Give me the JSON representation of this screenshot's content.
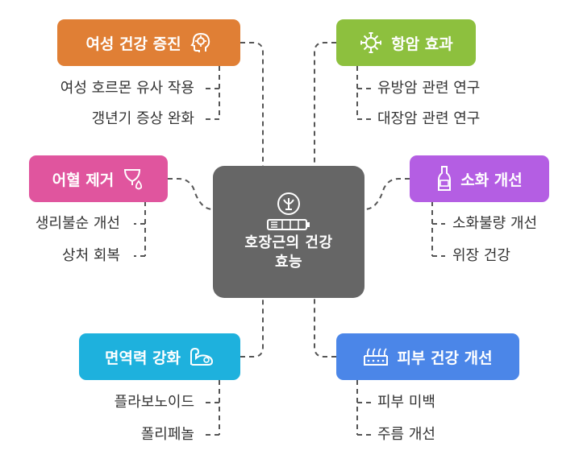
{
  "center": {
    "title": "호장근의 건강 효능",
    "icons": [
      "mortar-pestle-icon",
      "battery-icon"
    ]
  },
  "branches": [
    {
      "id": "womens-health",
      "label": "여성 건강 증진",
      "color": "#E07F35",
      "icon": "head-idea-icon",
      "items": [
        "여성 호르몬 유사 작용",
        "갱년기 증상 완화"
      ]
    },
    {
      "id": "anticancer",
      "label": "항암 효과",
      "color": "#8DC03E",
      "icon": "virus-icon",
      "items": [
        "유방암 관련 연구",
        "대장암 관련 연구"
      ]
    },
    {
      "id": "blood-stasis",
      "label": "어혈 제거",
      "color": "#E0559E",
      "icon": "menstrual-cup-icon",
      "items": [
        "생리불순 개선",
        "상처 회복"
      ]
    },
    {
      "id": "digestion",
      "label": "소화 개선",
      "color": "#B45EE3",
      "icon": "bottle-icon",
      "items": [
        "소화불량 개선",
        "위장 건강"
      ]
    },
    {
      "id": "immunity",
      "label": "면역력 강화",
      "color": "#1EB1DD",
      "icon": "flexed-arm-icon",
      "items": [
        "플라보노이드",
        "폴리페놀"
      ]
    },
    {
      "id": "skin",
      "label": "피부 건강 개선",
      "color": "#4B86E8",
      "icon": "skin-layer-icon",
      "items": [
        "피부 미백",
        "주름 개선"
      ]
    }
  ]
}
